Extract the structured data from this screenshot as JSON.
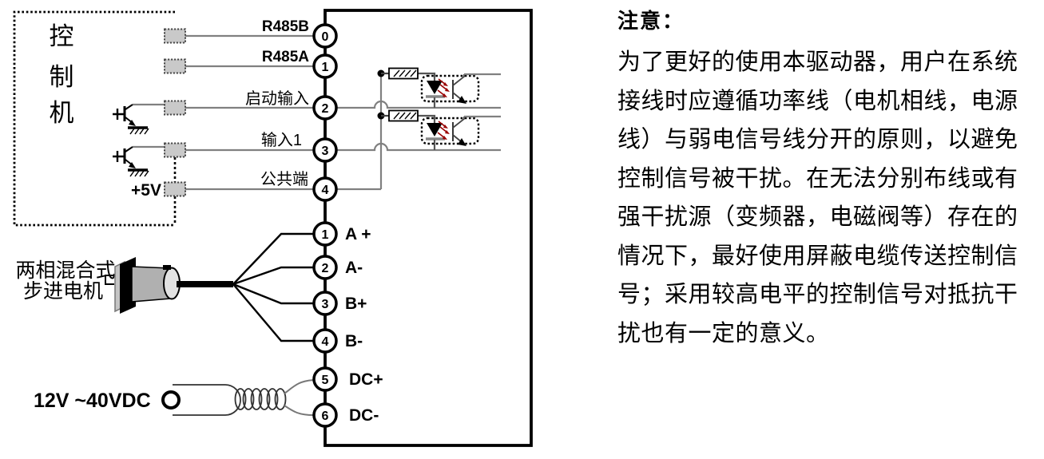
{
  "controller": {
    "label_chars": [
      "控",
      "制",
      "机"
    ],
    "supply_label": "+5V"
  },
  "driver": {
    "signal_terminals": [
      {
        "num": "0",
        "label": "R485B"
      },
      {
        "num": "1",
        "label": "R485A"
      },
      {
        "num": "2",
        "label": "启动输入"
      },
      {
        "num": "3",
        "label": "输入1"
      },
      {
        "num": "4",
        "label": "公共端"
      }
    ],
    "motor_terminals": [
      {
        "num": "1",
        "label": "A +"
      },
      {
        "num": "2",
        "label": "A-"
      },
      {
        "num": "3",
        "label": "B+"
      },
      {
        "num": "4",
        "label": "B-"
      }
    ],
    "power_terminals": [
      {
        "num": "5",
        "label": "DC+"
      },
      {
        "num": "6",
        "label": "DC-"
      }
    ]
  },
  "motor": {
    "label_line1": "两相混合式",
    "label_line2": "步进电机"
  },
  "power_supply": {
    "label": "12V ~40VDC"
  },
  "colors": {
    "wire_gray": "#808080",
    "pad_fill": "#c9c9c9",
    "led_arrow_red": "#990000"
  },
  "note": {
    "title": "注意：",
    "lines": [
      "为了更好的使用本驱动器，用户在系统",
      "接线时应遵循功率线（电机相线，电源",
      "线）与弱电信号线分开的原则，以避免",
      "控制信号被干扰。在无法分别布线或有",
      "强干扰源（变频器，电磁阀等）存在的",
      "情况下，最好使用屏蔽电缆传送控制信",
      "号；采用较高电平的控制信号对抵抗干",
      "扰也有一定的意义。"
    ]
  }
}
